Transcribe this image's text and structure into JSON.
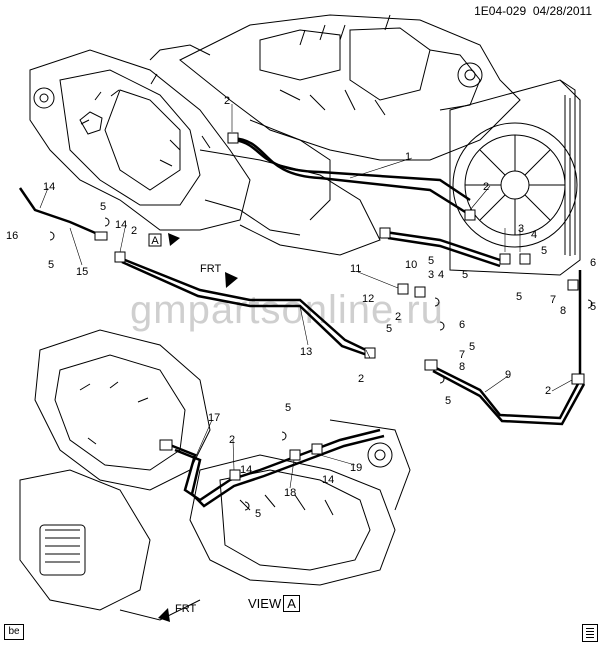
{
  "header": {
    "doc_code": "1E04-029",
    "date": "04/28/2011"
  },
  "footer": {
    "badge": "be"
  },
  "watermark": "gmpartsonline.ru",
  "view_label": {
    "text": "VIEW",
    "box": "A"
  },
  "arrow_labels": {
    "a_box": "A",
    "frt_top": "FRT",
    "frt_bottom": "FRT"
  },
  "callouts": [
    "1",
    "2",
    "2",
    "3",
    "4",
    "5",
    "5",
    "6",
    "5",
    "7",
    "8",
    "5",
    "2",
    "9",
    "5",
    "10",
    "3",
    "4",
    "5",
    "11",
    "12",
    "2",
    "5",
    "13",
    "2",
    "14",
    "15",
    "16",
    "5",
    "5",
    "14",
    "2",
    "17",
    "2",
    "14",
    "5",
    "18",
    "19",
    "14",
    "6",
    "5",
    "7",
    "8",
    "5"
  ]
}
